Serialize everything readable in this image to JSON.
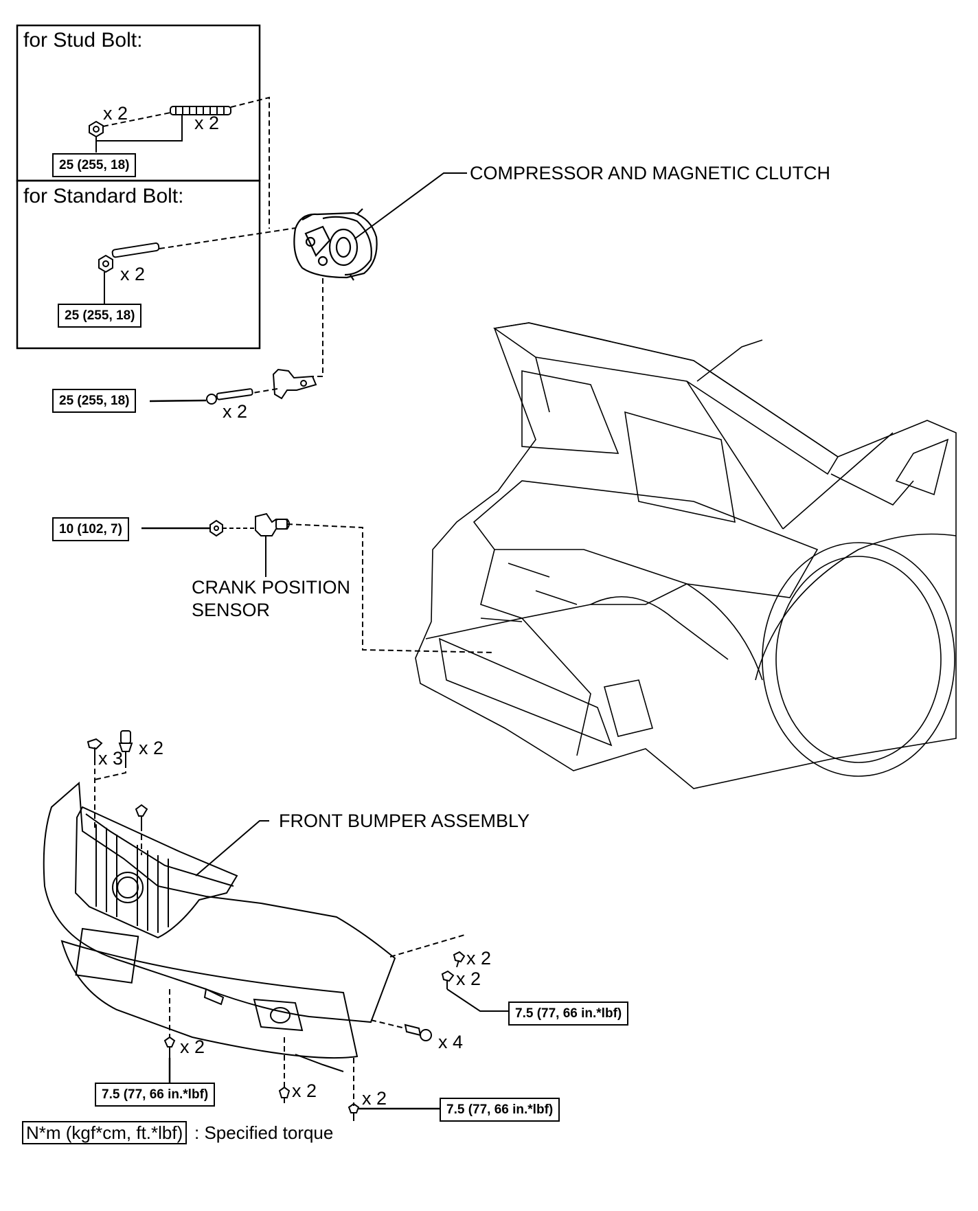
{
  "panels": {
    "stud_title": "for Stud Bolt:",
    "standard_title": "for Standard Bolt:"
  },
  "labels": {
    "compressor": "COMPRESSOR AND MAGNETIC CLUTCH",
    "crank_line1": "CRANK POSITION",
    "crank_line2": "SENSOR",
    "bumper": "FRONT BUMPER ASSEMBLY"
  },
  "quantities": {
    "x2": "x 2",
    "x3": "x 3",
    "x4": "x 4"
  },
  "torques": {
    "t25": "25 (255, 18)",
    "t10": "10 (102, 7)",
    "t75": "7.5 (77, 66 in.*lbf)"
  },
  "legend": {
    "unit_box": "N*m (kgf*cm, ft.*lbf)",
    "description": ": Specified torque"
  }
}
